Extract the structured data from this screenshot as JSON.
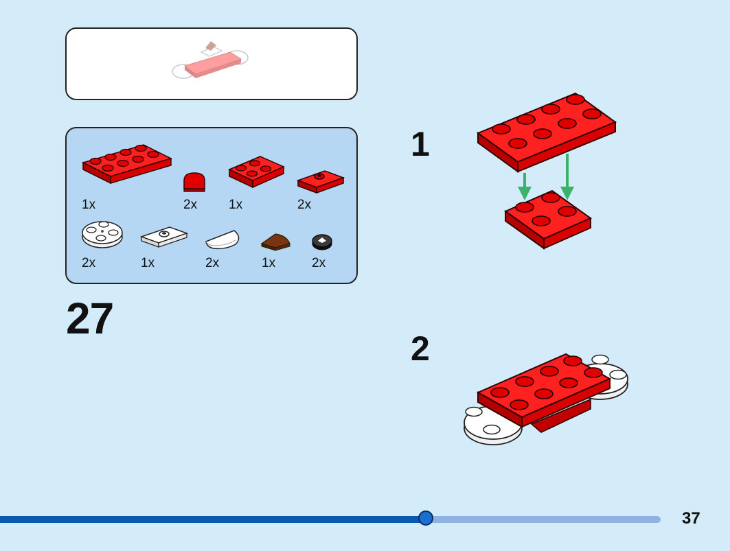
{
  "step": {
    "number": "27"
  },
  "parts": [
    {
      "name": "red-plate-2x4",
      "qty": "1x"
    },
    {
      "name": "red-round-tile-half",
      "qty": "2x"
    },
    {
      "name": "red-plate-2x3",
      "qty": "1x"
    },
    {
      "name": "red-plate-1x2-jumper",
      "qty": "2x"
    },
    {
      "name": "white-round-plate-2x2",
      "qty": "2x"
    },
    {
      "name": "white-plate-1x2-jumper",
      "qty": "1x"
    },
    {
      "name": "white-macaroni-tile",
      "qty": "2x"
    },
    {
      "name": "brown-quarter-tile",
      "qty": "1x"
    },
    {
      "name": "black-round-tile",
      "qty": "2x"
    }
  ],
  "substeps": [
    {
      "label": "1"
    },
    {
      "label": "2"
    }
  ],
  "colors": {
    "background": "#d4ebfa",
    "parts_panel": "#b6d7f3",
    "brick_red": "#dd0c0c",
    "arrow_green": "#3bb26a",
    "progress": "#0c5ab0"
  },
  "progress": {
    "fraction": 0.645
  },
  "page": {
    "number": "37"
  }
}
